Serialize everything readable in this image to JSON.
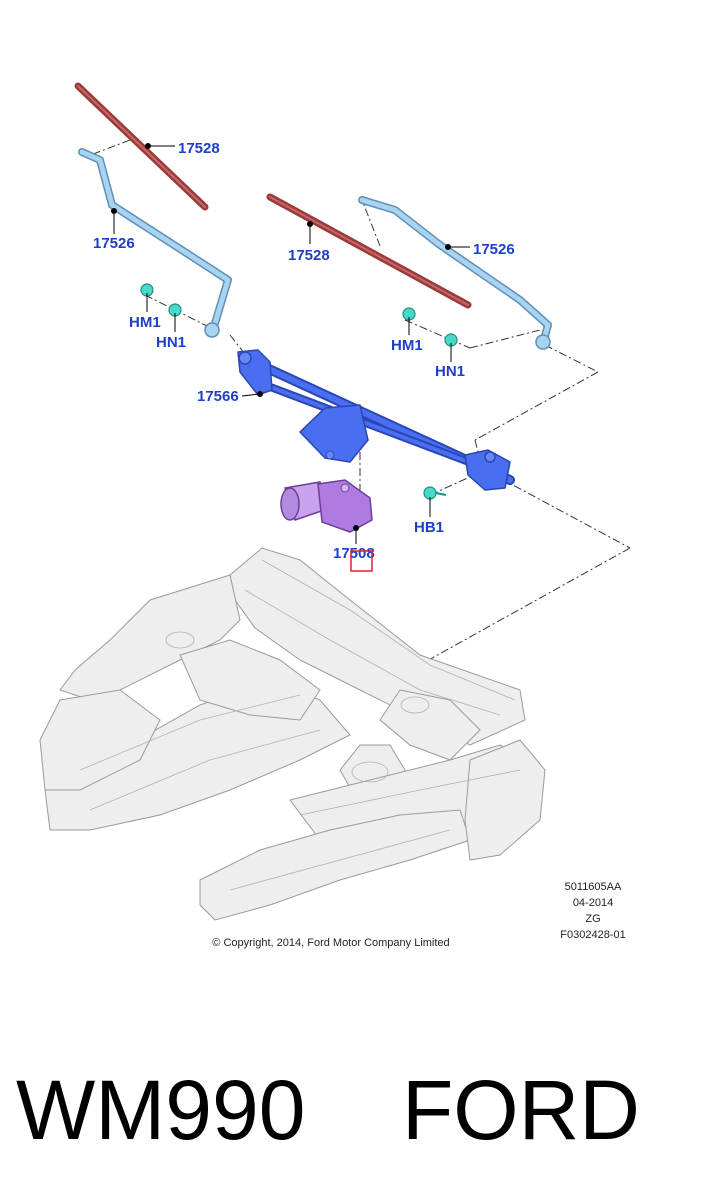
{
  "parts": {
    "blade_left": "17528",
    "blade_right": "17528",
    "arm_left": "17526",
    "arm_right": "17526",
    "nut_hm1_left": "HM1",
    "nut_hn1_left": "HN1",
    "nut_hm1_right": "HM1",
    "nut_hn1_right": "HN1",
    "linkage": "17566",
    "motor": "17508",
    "bolt_hb1": "HB1"
  },
  "meta": {
    "line1": "5011605AA",
    "line2": "04-2014",
    "line3": "ZG",
    "line4": "F0302428-01"
  },
  "copyright": "© Copyright, 2014, Ford Motor Company Limited",
  "caption": {
    "model": "WM990",
    "brand": "FORD"
  },
  "colors": {
    "blade": "#9c3a3a",
    "arm": "#8fc3e6",
    "linkage": "#3b5fe0",
    "motor": "#b07be0",
    "fastener": "#48d9c8",
    "label": "#1f3fc9",
    "body_structure": "#eeeeee"
  }
}
